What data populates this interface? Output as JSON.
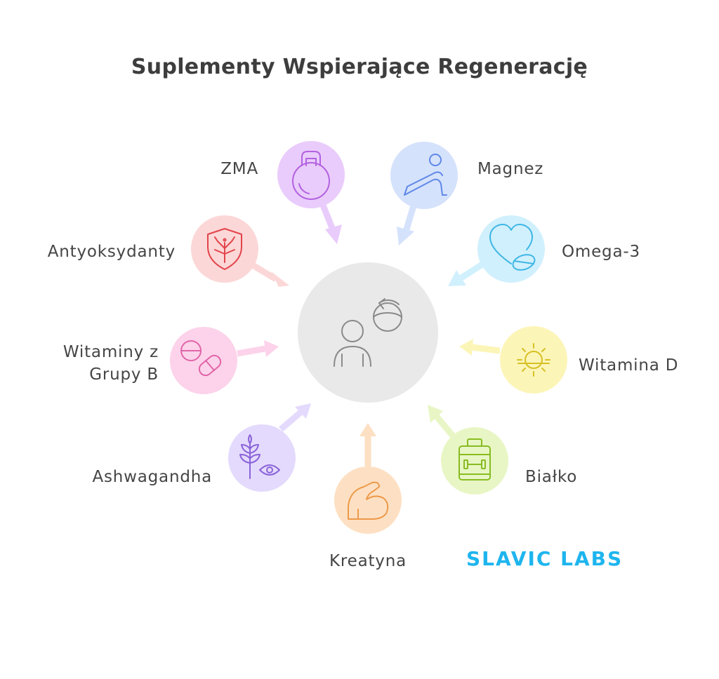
{
  "title": "Suplementy Wspierające Regenerację",
  "logo": "SLAVIC LABS",
  "colors": {
    "center": "#e9e9e9",
    "zma": "#e9ccfb",
    "magnez": "#d5e2fc",
    "omega": "#d1f0fd",
    "witd": "#fcf5b8",
    "bialko": "#e8f6c5",
    "kreatyna": "#fde0c3",
    "ashwa": "#e4dafd",
    "witb": "#fcd3ea",
    "anty": "#fcd7d7",
    "logo": "#1eb5ee"
  },
  "center": {
    "icon": "recovery-person-icon"
  },
  "items": [
    {
      "id": "zma",
      "label": "ZMA",
      "icon": "kettlebell-icon"
    },
    {
      "id": "magnez",
      "label": "Magnez",
      "icon": "stretching-person-icon"
    },
    {
      "id": "omega",
      "label": "Omega-3",
      "icon": "heart-pill-icon"
    },
    {
      "id": "witd",
      "label": "Witamina D",
      "icon": "sun-icon"
    },
    {
      "id": "bialko",
      "label": "Białko",
      "icon": "protein-jar-icon"
    },
    {
      "id": "kreatyna",
      "label": "Kreatyna",
      "icon": "flexed-arm-icon"
    },
    {
      "id": "ashwa",
      "label": "Ashwagandha",
      "icon": "herb-eye-icon"
    },
    {
      "id": "witb",
      "label_line1": "Witaminy z",
      "label_line2": "Grupy B",
      "icon": "pills-icon"
    },
    {
      "id": "anty",
      "label": "Antyoksydanty",
      "icon": "shield-icon"
    }
  ]
}
